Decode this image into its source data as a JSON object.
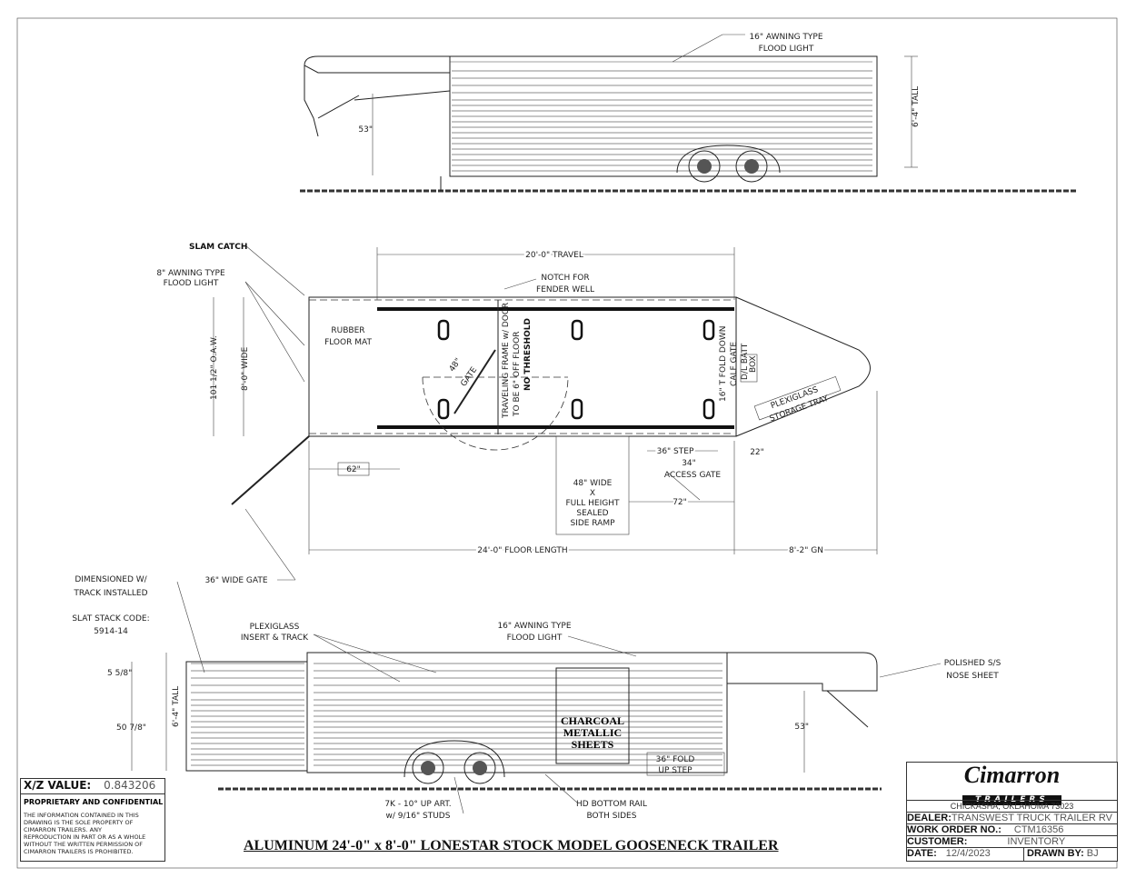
{
  "title": "ALUMINUM 24'-0\" x 8'-0\" LONESTAR STOCK MODEL GOOSENECK TRAILER",
  "top_view": {
    "light_callout": [
      "16\" AWNING TYPE",
      "FLOOD LIGHT"
    ],
    "height_53": "53\"",
    "tall": "6'-4\" TALL"
  },
  "plan_view": {
    "slam_catch": "SLAM CATCH",
    "awning_light": [
      "8\" AWNING TYPE",
      "FLOOD LIGHT"
    ],
    "travel": "20'-0\" TRAVEL",
    "notch": [
      "NOTCH FOR",
      "FENDER WELL"
    ],
    "floor_mat": [
      "RUBBER",
      "FLOOR MAT"
    ],
    "oaw": "101 1/2\" O.A.W.",
    "wide": "8'-0\" WIDE",
    "gate_48": [
      "48\"",
      "GATE"
    ],
    "traveling_frame": [
      "TRAVELING FRAME w/ DOOR",
      "TO BE 6\" OFF FLOOR"
    ],
    "no_threshold": "NO THRESHOLD",
    "calf_gate": [
      "16\" T FOLD DOWN",
      "CALF GATE"
    ],
    "batt_box": [
      "D/L BATT",
      "BOX"
    ],
    "storage_tray": [
      "PLEXIGLASS",
      "STORAGE TRAY"
    ],
    "step_36": "36\" STEP",
    "dim_22": "22\"",
    "dim_34": "34\"",
    "access_gate": "ACCESS GATE",
    "dim_62": "62\"",
    "ramp": [
      "48\" WIDE",
      "X",
      "FULL HEIGHT",
      "SEALED",
      "SIDE RAMP"
    ],
    "dim_72": "72\"",
    "floor_length": "24'-0\" FLOOR LENGTH",
    "gn": "8'-2\" GN",
    "wide_gate": "36\" WIDE GATE"
  },
  "side_view": {
    "dimensioned": [
      "DIMENSIONED W/",
      "TRACK INSTALLED"
    ],
    "slat_code": [
      "SLAT STACK CODE:",
      "5914-14"
    ],
    "plexiglass": [
      "PLEXIGLASS",
      "INSERT & TRACK"
    ],
    "light_callout": [
      "16\" AWNING TYPE",
      "FLOOD LIGHT"
    ],
    "nose_sheet": [
      "POLISHED S/S",
      "NOSE SHEET"
    ],
    "dim_5": "5 5/8\"",
    "dim_50": "50 7/8\"",
    "tall": "6'-4\" TALL",
    "sheets": [
      "CHARCOAL",
      "METALLIC",
      "SHEETS"
    ],
    "height_53": "53\"",
    "fold_step": [
      "36\" FOLD",
      "UP STEP"
    ],
    "studs": [
      "7K - 10° UP ART.",
      "w/ 9/16\" STUDS"
    ],
    "rail": [
      "HD BOTTOM RAIL",
      "BOTH SIDES"
    ]
  },
  "info_box": {
    "xz_label": "X/Z VALUE:",
    "xz_value": "0.843206",
    "proprietary": "PROPRIETARY AND CONFIDENTIAL",
    "notice": [
      "THE INFORMATION CONTAINED IN THIS",
      "DRAWING IS THE SOLE PROPERTY OF",
      "CIMARRON TRAILERS.  ANY",
      "REPRODUCTION IN PART OR AS A WHOLE",
      "WITHOUT THE WRITTEN PERMISSION OF",
      "CIMARRON TRAILERS IS PROHIBITED."
    ]
  },
  "title_block": {
    "logo": "Cimarron TRAILERS",
    "location": "CHICKASHA, OKLAHOMA 73023",
    "dealer_label": "DEALER:",
    "dealer": "TRANSWEST TRUCK TRAILER RV",
    "work_order_label": "WORK ORDER NO.:",
    "work_order": "CTM16356",
    "customer_label": "CUSTOMER:",
    "customer": "INVENTORY",
    "date_label": "DATE:",
    "date": "12/4/2023",
    "drawn_by_label": "DRAWN BY:",
    "drawn_by": "BJ"
  }
}
